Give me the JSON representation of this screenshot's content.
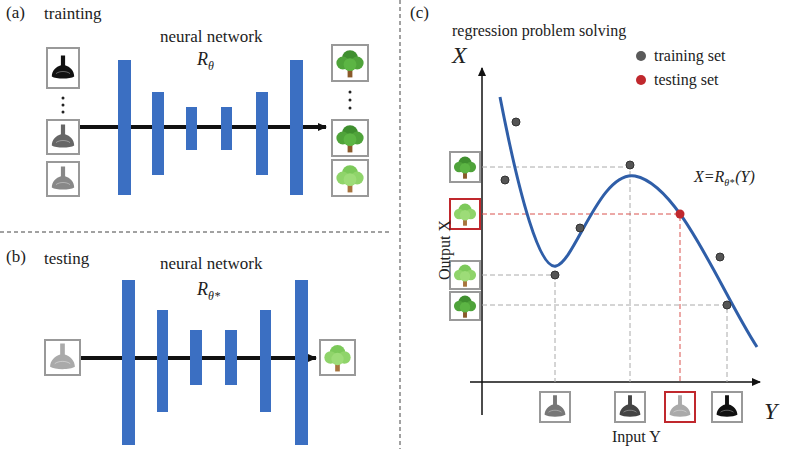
{
  "diagram": {
    "labels": [
      "(a)",
      "trainting",
      "neural network",
      "R",
      "θ",
      "(b)",
      "testing",
      "neural network",
      "R",
      "θ*",
      "(c)",
      "regression problem solving",
      "X",
      "X=R",
      "θ*",
      "(Y)",
      "Output X",
      "Input Y",
      "Y"
    ],
    "legend": [
      {
        "text": "training set",
        "color": "#5a5a5a"
      },
      {
        "text": "testing set",
        "color": "#c0282d"
      }
    ]
  }
}
